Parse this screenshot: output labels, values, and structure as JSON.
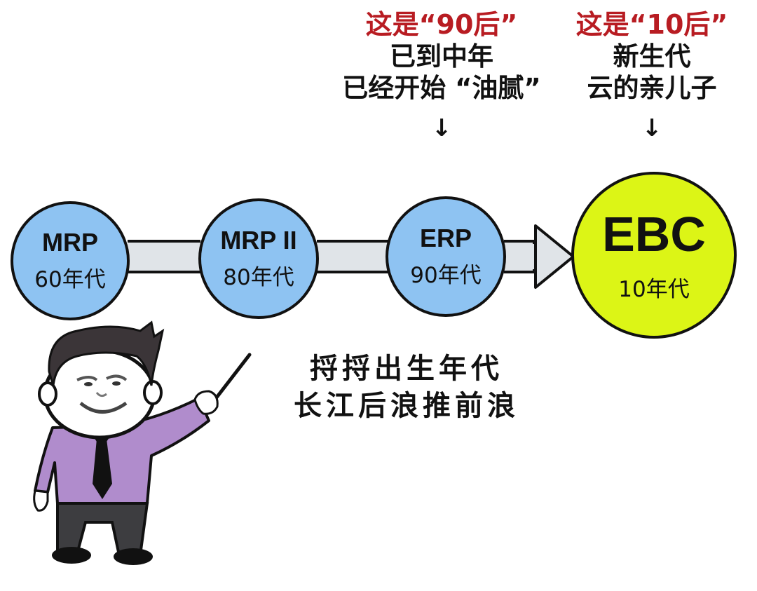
{
  "callouts": [
    {
      "id": "90s",
      "highlight": "这是“90后”",
      "lines": [
        "已到中年",
        "已经开始 “油腻”"
      ],
      "arrow": "↓"
    },
    {
      "id": "10s",
      "highlight": "这是“10后”",
      "lines": [
        "新生代",
        "云的亲儿子"
      ],
      "arrow": "↓"
    }
  ],
  "timeline": {
    "nodes": [
      {
        "name": "MRP",
        "era": "60年代",
        "color": "#8ec3f2"
      },
      {
        "name": "MRP II",
        "era": "80年代",
        "color": "#8ec3f2"
      },
      {
        "name": "ERP",
        "era": "90年代",
        "color": "#8ec3f2"
      },
      {
        "name": "EBC",
        "era": "10年代",
        "color": "#dcf516"
      }
    ],
    "connector_color": "#e0e4e8"
  },
  "caption": {
    "lines": [
      "捋捋出生年代",
      "长江后浪推前浪"
    ]
  },
  "colors": {
    "highlight_red": "#b81c22",
    "shirt_purple": "#b08ccc",
    "pants_gray": "#3d3d40"
  }
}
